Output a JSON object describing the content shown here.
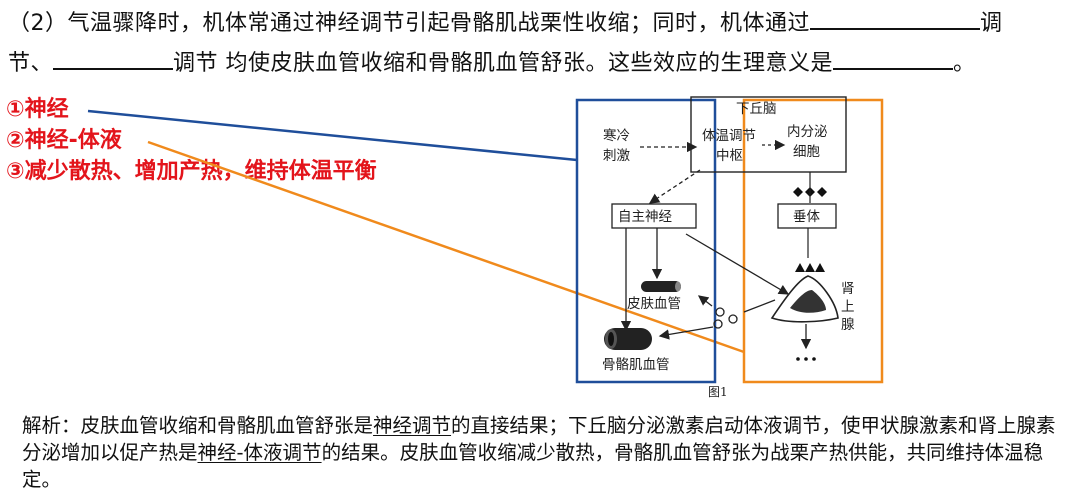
{
  "question": {
    "line1_text": "（2）气温骤降时，机体常通过神经调节引起骨骼肌战栗性收缩；同时，机体通过",
    "line1_tail": "调",
    "line2_head": "节、",
    "line2_mid": "调节 均使皮肤血管收缩和骨骼肌血管舒张。这些效应的生理意义是",
    "line2_tail": "。"
  },
  "answers": [
    "①神经",
    "②神经-体液",
    "③减少散热、增加产热，维持体温平衡"
  ],
  "figure": {
    "hypothalamus": "下丘脑",
    "cold_stimulus_1": "寒冷",
    "cold_stimulus_2": "刺激",
    "center_1": "体温调节",
    "center_2": "中枢",
    "secretory_1": "内分泌",
    "secretory_2": "细胞",
    "pituitary": "垂体",
    "autonomic": "自主神经",
    "skin_vessel": "皮肤血管",
    "muscle_vessel": "骨骼肌血管",
    "adrenal_1": "肾",
    "adrenal_2": "上",
    "adrenal_3": "腺",
    "caption": "图1",
    "colors": {
      "blue_box": "#1f4e9a",
      "orange_box": "#f08a1c",
      "answer_red": "#e3141b"
    }
  },
  "analysis": {
    "label": "解析：",
    "p1": "皮肤血管收缩和骨骼肌血管舒张是",
    "u1": "神经调节",
    "p2": "的直接结果；下丘脑分泌激素启动体液调节，使甲状腺激素和肾上腺素分泌增加以促产热是",
    "u2": "神经-体液调节",
    "p3": "的结果。皮肤血管收缩减少散热，骨骼肌血管舒张为战栗产热供能，共同维持体温稳定。"
  }
}
